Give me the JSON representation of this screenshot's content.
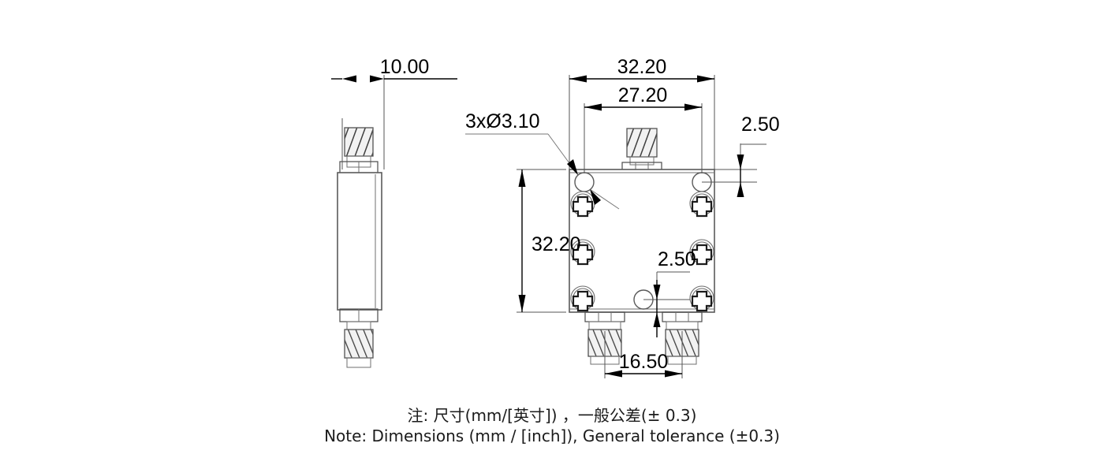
{
  "drawing": {
    "title": "RF component mechanical outline drawing",
    "units": "mm",
    "views": [
      {
        "name": "side-view",
        "label": ""
      },
      {
        "name": "front-view",
        "label": ""
      }
    ],
    "dimensions": {
      "side_width": "10.00",
      "front_width_overall": "32.20",
      "front_width_hole_span": "27.20",
      "front_height_overall": "32.20",
      "hole_callout": "3xØ3.10",
      "edge_offset_top_right": "2.50",
      "edge_offset_bottom": "2.50",
      "connector_spacing": "16.50"
    },
    "notes": {
      "line_cn": "注: 尺寸(mm/[英寸]) ，一般公差(± 0.3)",
      "line_en": "Note: Dimensions (mm / [inch]), General tolerance (±0.3)"
    },
    "colors": {
      "line": "#5a5a5a",
      "dimension": "#000000",
      "text": "#1b1b1b",
      "background": "#ffffff"
    },
    "features": {
      "mounting_holes": 3,
      "screws": 6,
      "sma_connectors_front": 3,
      "sma_connectors_side": 2
    }
  }
}
